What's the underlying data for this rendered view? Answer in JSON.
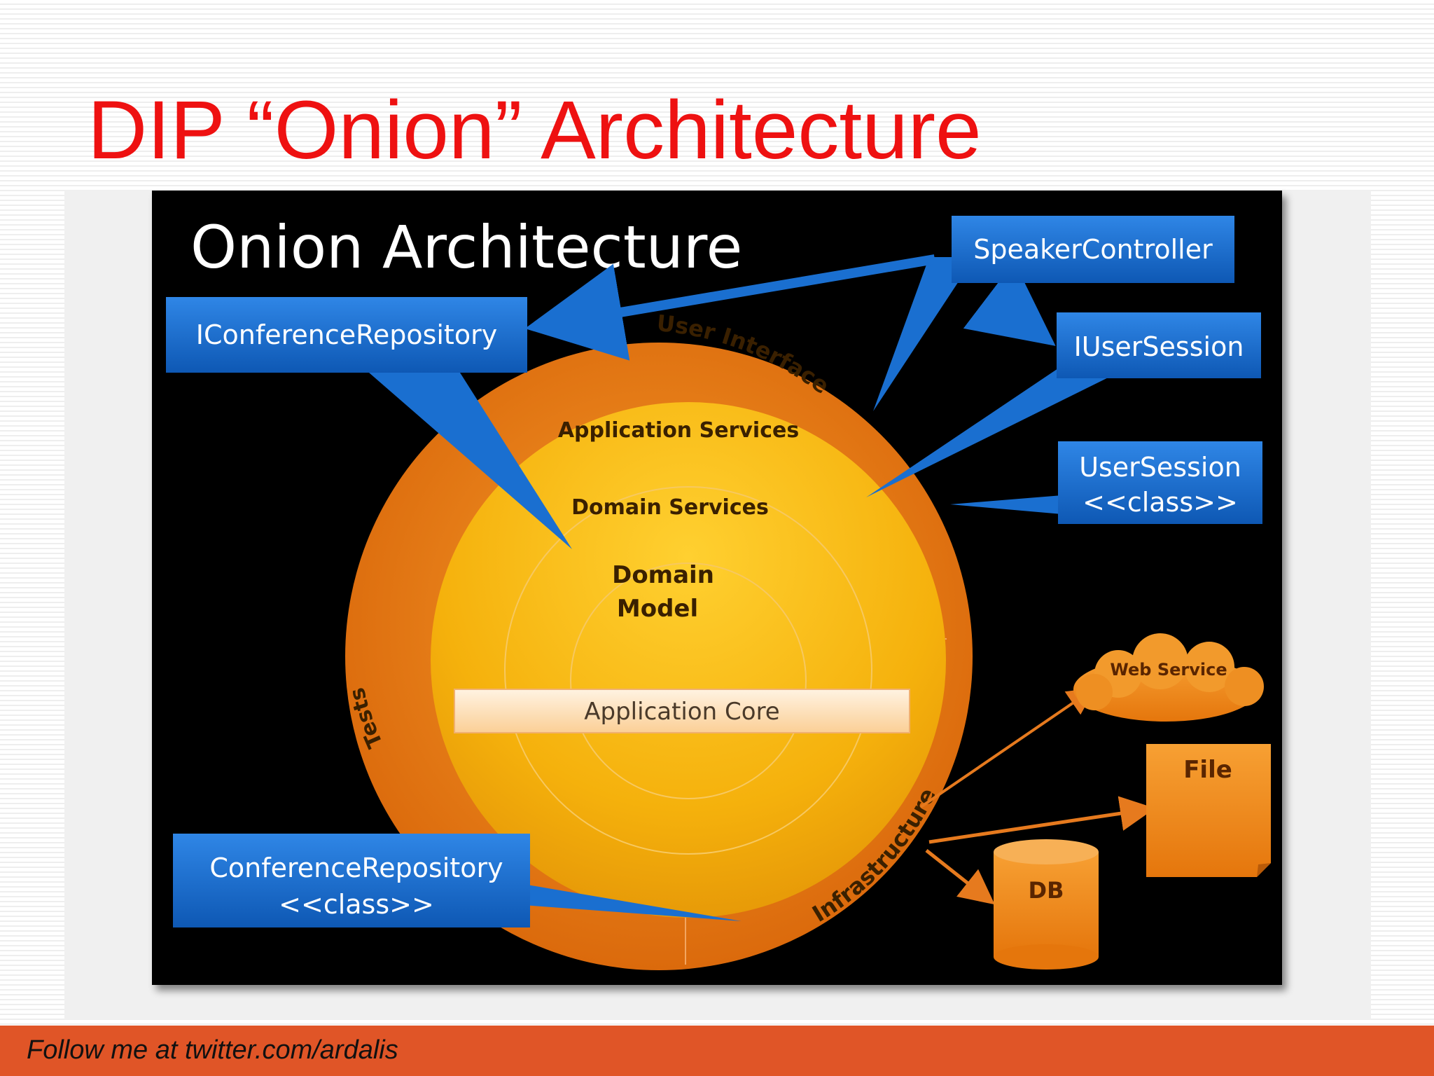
{
  "slide": {
    "title": "DIP “Onion” Architecture",
    "footer": "Follow me at twitter.com/ardalis"
  },
  "diagram": {
    "title": "Onion Architecture",
    "rings": {
      "user_interface": "User Interface",
      "tests": "Tests",
      "infrastructure": "Infrastructure",
      "application_services": "Application Services",
      "domain_services": "Domain Services",
      "domain_model_line1": "Domain",
      "domain_model_line2": "Model",
      "application_core": "Application Core"
    },
    "callouts": {
      "speaker_controller": "SpeakerController",
      "iconference_repository": "IConferenceRepository",
      "iuser_session": "IUserSession",
      "user_session_line1": "UserSession",
      "user_session_line2": "<<class>>",
      "conference_repository_line1": "ConferenceRepository",
      "conference_repository_line2": "<<class>>"
    },
    "externals": {
      "web_service": "Web Service",
      "file": "File",
      "db": "DB"
    },
    "colors": {
      "title": "#ee1111",
      "footer_bar": "#e05527",
      "callout_blue": "#1a6fd0",
      "outer_ring": "#e8780f",
      "inner_yellow": "#f3b10a"
    }
  }
}
